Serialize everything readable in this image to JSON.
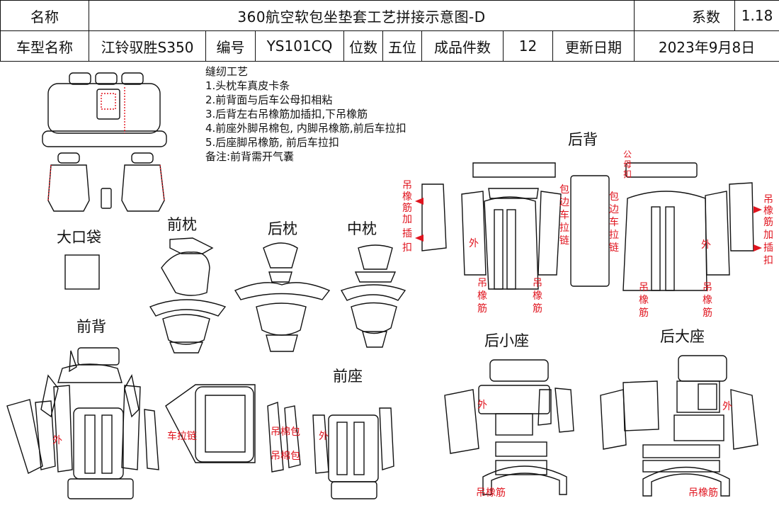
{
  "header": {
    "name_label": "名称",
    "title": "360航空软包坐垫套工艺拼接示意图-D",
    "coef_label": "系数",
    "coef_value": "1.18",
    "model_label": "车型名称",
    "model_value": "江铃驭胜S350",
    "code_label": "编号",
    "code_value": "YS101CQ",
    "seats_label": "位数",
    "seats_value": "五位",
    "pieces_label": "成品件数",
    "pieces_value": "12",
    "date_label": "更新日期",
    "date_value": "2023年9月8日"
  },
  "notes": {
    "heading": "缝纫工艺",
    "items": [
      "1.头枕车真皮卡条",
      "2.前背面与后车公母扣相粘",
      "3.后背左右吊橡筋加插扣,下吊橡筋",
      "4.前座外脚吊棉包, 内脚吊橡筋,前后车拉扣",
      "5.后座脚吊橡筋, 前后车拉扣"
    ],
    "remark": "备注:前背需开气囊"
  },
  "sections": {
    "front_pillow": "前枕",
    "rear_pillow": "后枕",
    "mid_pillow": "中枕",
    "big_pocket": "大口袋",
    "front_back": "前背",
    "front_seat": "前座",
    "rear_back": "后背",
    "rear_small_seat": "后小座",
    "rear_big_seat": "后大座"
  },
  "annotations": {
    "hang_rubber_buckle": [
      "吊",
      "橡",
      "筋",
      "加",
      "插",
      "扣"
    ],
    "hang_rubber": [
      "吊",
      "橡",
      "筋"
    ],
    "edge_pull_chain": [
      "包",
      "边",
      "车",
      "拉",
      "链"
    ],
    "male_buckle": [
      "公",
      "母",
      "扣"
    ],
    "outer": "外",
    "rear_pull_chain": "车拉链",
    "hang_cotton": "吊棉包",
    "hang_rubber_h": "吊橡筋"
  },
  "colors": {
    "accent": "#e0141e",
    "line": "#111111"
  }
}
